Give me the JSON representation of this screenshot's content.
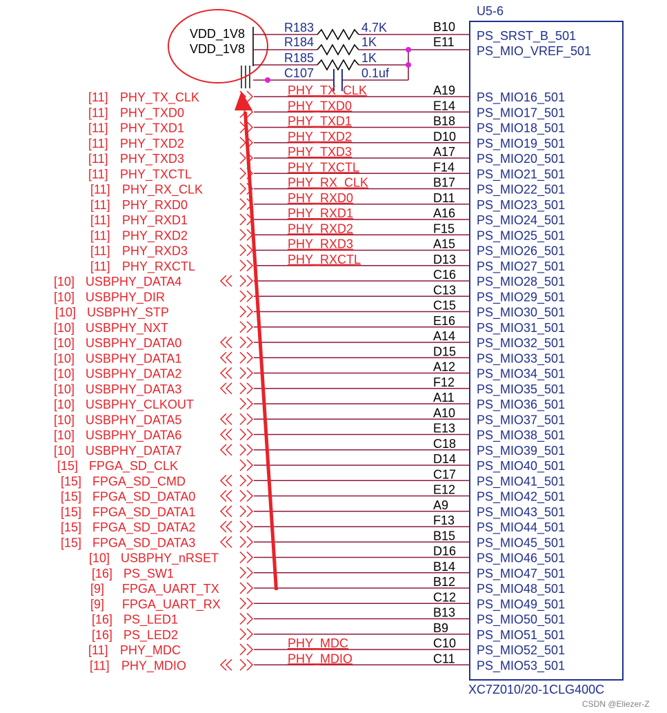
{
  "part": {
    "ref": "U5-6",
    "name": "XC7Z010/20-1CLG400C",
    "top_pins": [
      {
        "num": "B10",
        "name": "PS_SRST_B_501"
      },
      {
        "num": "E11",
        "name": "PS_MIO_VREF_501"
      }
    ],
    "mio_pins": [
      {
        "num": "A19",
        "name": "PS_MIO16_501"
      },
      {
        "num": "E14",
        "name": "PS_MIO17_501"
      },
      {
        "num": "B18",
        "name": "PS_MIO18_501"
      },
      {
        "num": "D10",
        "name": "PS_MIO19_501"
      },
      {
        "num": "A17",
        "name": "PS_MIO20_501"
      },
      {
        "num": "F14",
        "name": "PS_MIO21_501"
      },
      {
        "num": "B17",
        "name": "PS_MIO22_501"
      },
      {
        "num": "D11",
        "name": "PS_MIO23_501"
      },
      {
        "num": "A16",
        "name": "PS_MIO24_501"
      },
      {
        "num": "F15",
        "name": "PS_MIO25_501"
      },
      {
        "num": "A15",
        "name": "PS_MIO26_501"
      },
      {
        "num": "D13",
        "name": "PS_MIO27_501"
      },
      {
        "num": "C16",
        "name": "PS_MIO28_501"
      },
      {
        "num": "C13",
        "name": "PS_MIO29_501"
      },
      {
        "num": "C15",
        "name": "PS_MIO30_501"
      },
      {
        "num": "E16",
        "name": "PS_MIO31_501"
      },
      {
        "num": "A14",
        "name": "PS_MIO32_501"
      },
      {
        "num": "D15",
        "name": "PS_MIO33_501"
      },
      {
        "num": "A12",
        "name": "PS_MIO34_501"
      },
      {
        "num": "F12",
        "name": "PS_MIO35_501"
      },
      {
        "num": "A11",
        "name": "PS_MIO36_501"
      },
      {
        "num": "A10",
        "name": "PS_MIO37_501"
      },
      {
        "num": "E13",
        "name": "PS_MIO38_501"
      },
      {
        "num": "C18",
        "name": "PS_MIO39_501"
      },
      {
        "num": "D14",
        "name": "PS_MIO40_501"
      },
      {
        "num": "C17",
        "name": "PS_MIO41_501"
      },
      {
        "num": "E12",
        "name": "PS_MIO42_501"
      },
      {
        "num": "A9",
        "name": "PS_MIO43_501"
      },
      {
        "num": "F13",
        "name": "PS_MIO44_501"
      },
      {
        "num": "B15",
        "name": "PS_MIO45_501"
      },
      {
        "num": "D16",
        "name": "PS_MIO46_501"
      },
      {
        "num": "B14",
        "name": "PS_MIO47_501"
      },
      {
        "num": "B12",
        "name": "PS_MIO48_501"
      },
      {
        "num": "C12",
        "name": "PS_MIO49_501"
      },
      {
        "num": "B13",
        "name": "PS_MIO50_501"
      },
      {
        "num": "B9",
        "name": "PS_MIO51_501"
      },
      {
        "num": "C10",
        "name": "PS_MIO52_501"
      },
      {
        "num": "C11",
        "name": "PS_MIO53_501"
      }
    ]
  },
  "power": {
    "rails": [
      "VDD_1V8",
      "VDD_1V8"
    ]
  },
  "components": {
    "resistors": [
      {
        "ref": "R183",
        "value": "4.7K"
      },
      {
        "ref": "R184",
        "value": "1K"
      },
      {
        "ref": "R185",
        "value": "1K"
      }
    ],
    "capacitor": {
      "ref": "C107",
      "value": "0.1uf"
    }
  },
  "wire_labels": [
    "PHY_TX_CLK",
    "PHY_TXD0",
    "PHY_TXD1",
    "PHY_TXD2",
    "PHY_TXD3",
    "PHY_TXCTL",
    "PHY_RX_CLK",
    "PHY_RXD0",
    "PHY_RXD1",
    "PHY_RXD2",
    "PHY_RXD3",
    "PHY_RXCTL"
  ],
  "mdio_labels": [
    "PHY_MDC",
    "PHY_MDIO"
  ],
  "ports": [
    {
      "sheet": "[11]",
      "name": "PHY_TX_CLK"
    },
    {
      "sheet": "[11]",
      "name": "PHY_TXD0"
    },
    {
      "sheet": "[11]",
      "name": "PHY_TXD1"
    },
    {
      "sheet": "[11]",
      "name": "PHY_TXD2"
    },
    {
      "sheet": "[11]",
      "name": "PHY_TXD3"
    },
    {
      "sheet": "[11]",
      "name": "PHY_TXCTL"
    },
    {
      "sheet": "[11]",
      "name": "PHY_RX_CLK"
    },
    {
      "sheet": "[11]",
      "name": "PHY_RXD0"
    },
    {
      "sheet": "[11]",
      "name": "PHY_RXD1"
    },
    {
      "sheet": "[11]",
      "name": "PHY_RXD2"
    },
    {
      "sheet": "[11]",
      "name": "PHY_RXD3"
    },
    {
      "sheet": "[11]",
      "name": "PHY_RXCTL"
    },
    {
      "sheet": "[10]",
      "name": "USBPHY_DATA4"
    },
    {
      "sheet": "[10]",
      "name": "USBPHY_DIR"
    },
    {
      "sheet": "[10]",
      "name": "USBPHY_STP"
    },
    {
      "sheet": "[10]",
      "name": "USBPHY_NXT"
    },
    {
      "sheet": "[10]",
      "name": "USBPHY_DATA0"
    },
    {
      "sheet": "[10]",
      "name": "USBPHY_DATA1"
    },
    {
      "sheet": "[10]",
      "name": "USBPHY_DATA2"
    },
    {
      "sheet": "[10]",
      "name": "USBPHY_DATA3"
    },
    {
      "sheet": "[10]",
      "name": "USBPHY_CLKOUT"
    },
    {
      "sheet": "[10]",
      "name": "USBPHY_DATA5"
    },
    {
      "sheet": "[10]",
      "name": "USBPHY_DATA6"
    },
    {
      "sheet": "[10]",
      "name": "USBPHY_DATA7"
    },
    {
      "sheet": "[15]",
      "name": "FPGA_SD_CLK"
    },
    {
      "sheet": "[15]",
      "name": "FPGA_SD_CMD"
    },
    {
      "sheet": "[15]",
      "name": "FPGA_SD_DATA0"
    },
    {
      "sheet": "[15]",
      "name": "FPGA_SD_DATA1"
    },
    {
      "sheet": "[15]",
      "name": "FPGA_SD_DATA2"
    },
    {
      "sheet": "[15]",
      "name": "FPGA_SD_DATA3"
    },
    {
      "sheet": "[10]",
      "name": "USBPHY_nRSET"
    },
    {
      "sheet": "[16]",
      "name": "PS_SW1"
    },
    {
      "sheet": "[9]",
      "name": "FPGA_UART_TX"
    },
    {
      "sheet": "[9]",
      "name": "FPGA_UART_RX"
    },
    {
      "sheet": "[16]",
      "name": "PS_LED1"
    },
    {
      "sheet": "[16]",
      "name": "PS_LED2"
    },
    {
      "sheet": "[11]",
      "name": "PHY_MDC"
    },
    {
      "sheet": "[11]",
      "name": "PHY_MDIO"
    }
  ],
  "watermark": "CSDN @Eliezer-Z",
  "colors": {
    "part_text": "#1f2f8f",
    "net_red": "#e8232a",
    "wire": "#8b1a3a",
    "junction": "#e020e0"
  }
}
